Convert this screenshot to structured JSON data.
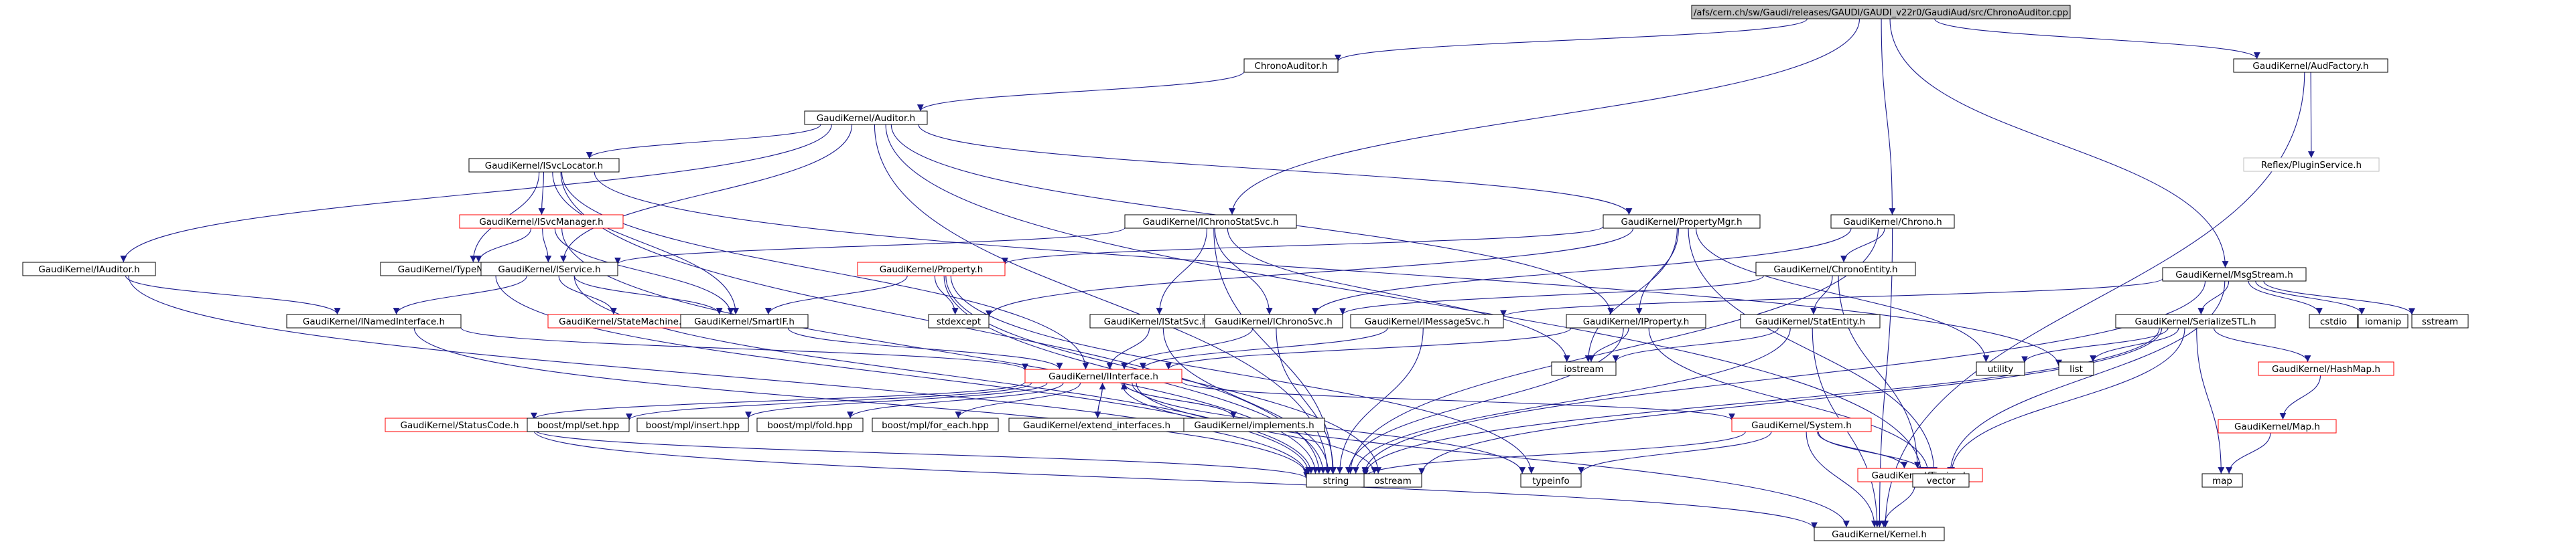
{
  "colors": {
    "edge": "#1a1a8c",
    "root_fill": "#bfbfbf",
    "node_border": "#000000",
    "gray_border": "#bfbfbf",
    "red_border": "#ff0000",
    "text": "#000000"
  },
  "nodes": [
    {
      "id": "root",
      "label": "/afs/cern.ch/sw/Gaudi/releases/GAUDI/GAUDI_v22r0/GaudiAud/src/ChronoAuditor.cpp",
      "style": "root"
    },
    {
      "id": "chronoauditor",
      "label": "ChronoAuditor.h",
      "style": "normal"
    },
    {
      "id": "audfactory",
      "label": "GaudiKernel/AudFactory.h",
      "style": "normal"
    },
    {
      "id": "pluginservice",
      "label": "Reflex/PluginService.h",
      "style": "gray"
    },
    {
      "id": "auditor",
      "label": "GaudiKernel/Auditor.h",
      "style": "normal"
    },
    {
      "id": "isvclocator",
      "label": "GaudiKernel/ISvcLocator.h",
      "style": "normal"
    },
    {
      "id": "isvcmanager",
      "label": "GaudiKernel/ISvcManager.h",
      "style": "red"
    },
    {
      "id": "typenamestring",
      "label": "GaudiKernel/TypeNameString.h",
      "style": "normal"
    },
    {
      "id": "iauditor",
      "label": "GaudiKernel/IAuditor.h",
      "style": "normal"
    },
    {
      "id": "ichronostatsvc",
      "label": "GaudiKernel/IChronoStatSvc.h",
      "style": "normal"
    },
    {
      "id": "propertymgr",
      "label": "GaudiKernel/PropertyMgr.h",
      "style": "normal"
    },
    {
      "id": "chrono",
      "label": "GaudiKernel/Chrono.h",
      "style": "normal"
    },
    {
      "id": "iservice",
      "label": "GaudiKernel/IService.h",
      "style": "normal"
    },
    {
      "id": "property",
      "label": "GaudiKernel/Property.h",
      "style": "red"
    },
    {
      "id": "chronoentity",
      "label": "GaudiKernel/ChronoEntity.h",
      "style": "normal"
    },
    {
      "id": "msgstream",
      "label": "GaudiKernel/MsgStream.h",
      "style": "normal"
    },
    {
      "id": "inamedinterface",
      "label": "GaudiKernel/INamedInterface.h",
      "style": "normal"
    },
    {
      "id": "statemachine",
      "label": "GaudiKernel/StateMachine.h",
      "style": "red"
    },
    {
      "id": "smartif",
      "label": "GaudiKernel/SmartIF.h",
      "style": "normal"
    },
    {
      "id": "stdexcept",
      "label": "stdexcept",
      "style": "normal"
    },
    {
      "id": "istatsvc",
      "label": "GaudiKernel/IStatSvc.h",
      "style": "normal"
    },
    {
      "id": "ichronosvc",
      "label": "GaudiKernel/IChronoSvc.h",
      "style": "normal"
    },
    {
      "id": "imessagesvc",
      "label": "GaudiKernel/IMessageSvc.h",
      "style": "normal"
    },
    {
      "id": "iproperty",
      "label": "GaudiKernel/IProperty.h",
      "style": "normal"
    },
    {
      "id": "statentity",
      "label": "GaudiKernel/StatEntity.h",
      "style": "normal"
    },
    {
      "id": "serializestl",
      "label": "GaudiKernel/SerializeSTL.h",
      "style": "normal"
    },
    {
      "id": "cstdio",
      "label": "cstdio",
      "style": "normal"
    },
    {
      "id": "iomanip",
      "label": "iomanip",
      "style": "normal"
    },
    {
      "id": "sstream",
      "label": "sstream",
      "style": "normal"
    },
    {
      "id": "utility",
      "label": "utility",
      "style": "normal"
    },
    {
      "id": "list",
      "label": "list",
      "style": "normal"
    },
    {
      "id": "hashmap",
      "label": "GaudiKernel/HashMap.h",
      "style": "red"
    },
    {
      "id": "iostream",
      "label": "iostream",
      "style": "normal"
    },
    {
      "id": "iinterface",
      "label": "GaudiKernel/IInterface.h",
      "style": "red"
    },
    {
      "id": "mapnode",
      "label": "GaudiKernel/Map.h",
      "style": "red"
    },
    {
      "id": "statuscode",
      "label": "GaudiKernel/StatusCode.h",
      "style": "red"
    },
    {
      "id": "mplset",
      "label": "boost/mpl/set.hpp",
      "style": "normal"
    },
    {
      "id": "mplinsert",
      "label": "boost/mpl/insert.hpp",
      "style": "normal"
    },
    {
      "id": "mplfold",
      "label": "boost/mpl/fold.hpp",
      "style": "normal"
    },
    {
      "id": "mplforeach",
      "label": "boost/mpl/for_each.hpp",
      "style": "normal"
    },
    {
      "id": "extendinterfaces",
      "label": "GaudiKernel/extend_interfaces.h",
      "style": "normal"
    },
    {
      "id": "implements",
      "label": "GaudiKernel/implements.h",
      "style": "normal"
    },
    {
      "id": "system",
      "label": "GaudiKernel/System.h",
      "style": "red"
    },
    {
      "id": "timing",
      "label": "GaudiKernel/Timing.h",
      "style": "red"
    },
    {
      "id": "string",
      "label": "string",
      "style": "normal"
    },
    {
      "id": "ostream",
      "label": "ostream",
      "style": "normal"
    },
    {
      "id": "typeinfo",
      "label": "typeinfo",
      "style": "normal"
    },
    {
      "id": "vector",
      "label": "vector",
      "style": "normal"
    },
    {
      "id": "map",
      "label": "map",
      "style": "normal"
    },
    {
      "id": "kernel",
      "label": "GaudiKernel/Kernel.h",
      "style": "normal"
    }
  ],
  "edges": [
    [
      "root",
      "chronoauditor"
    ],
    [
      "root",
      "audfactory"
    ],
    [
      "root",
      "ichronostatsvc"
    ],
    [
      "root",
      "chrono"
    ],
    [
      "root",
      "msgstream"
    ],
    [
      "chronoauditor",
      "auditor"
    ],
    [
      "audfactory",
      "pluginservice"
    ],
    [
      "audfactory",
      "kernel"
    ],
    [
      "auditor",
      "isvclocator"
    ],
    [
      "auditor",
      "iauditor"
    ],
    [
      "auditor",
      "iservice"
    ],
    [
      "auditor",
      "propertymgr"
    ],
    [
      "auditor",
      "iproperty"
    ],
    [
      "auditor",
      "string"
    ],
    [
      "auditor",
      "vector"
    ],
    [
      "isvclocator",
      "isvcmanager"
    ],
    [
      "isvclocator",
      "typenamestring"
    ],
    [
      "isvclocator",
      "smartif"
    ],
    [
      "isvclocator",
      "iinterface"
    ],
    [
      "isvclocator",
      "string"
    ],
    [
      "isvclocator",
      "list"
    ],
    [
      "isvcmanager",
      "iservice"
    ],
    [
      "isvcmanager",
      "typenamestring"
    ],
    [
      "isvcmanager",
      "smartif"
    ],
    [
      "isvcmanager",
      "string"
    ],
    [
      "typenamestring",
      "string"
    ],
    [
      "iauditor",
      "inamedinterface"
    ],
    [
      "iauditor",
      "string"
    ],
    [
      "ichronostatsvc",
      "iservice"
    ],
    [
      "ichronostatsvc",
      "istatsvc"
    ],
    [
      "ichronostatsvc",
      "ichronosvc"
    ],
    [
      "ichronostatsvc",
      "iostream"
    ],
    [
      "ichronostatsvc",
      "string"
    ],
    [
      "propertymgr",
      "property"
    ],
    [
      "propertymgr",
      "iproperty"
    ],
    [
      "propertymgr",
      "stdexcept"
    ],
    [
      "propertymgr",
      "iostream"
    ],
    [
      "propertymgr",
      "utility"
    ],
    [
      "propertymgr",
      "vector"
    ],
    [
      "chrono",
      "chronoentity"
    ],
    [
      "chrono",
      "ichronosvc"
    ],
    [
      "chrono",
      "string"
    ],
    [
      "chrono",
      "kernel"
    ],
    [
      "iservice",
      "inamedinterface"
    ],
    [
      "iservice",
      "statemachine"
    ],
    [
      "iservice",
      "smartif"
    ],
    [
      "iservice",
      "string"
    ],
    [
      "property",
      "smartif"
    ],
    [
      "property",
      "stdexcept"
    ],
    [
      "property",
      "string"
    ],
    [
      "property",
      "ostream"
    ],
    [
      "property",
      "typeinfo"
    ],
    [
      "chronoentity",
      "statentity"
    ],
    [
      "chronoentity",
      "timing"
    ],
    [
      "chronoentity",
      "ichronosvc"
    ],
    [
      "msgstream",
      "imessagesvc"
    ],
    [
      "msgstream",
      "serializestl"
    ],
    [
      "msgstream",
      "cstdio"
    ],
    [
      "msgstream",
      "iomanip"
    ],
    [
      "msgstream",
      "sstream"
    ],
    [
      "msgstream",
      "string"
    ],
    [
      "msgstream",
      "vector"
    ],
    [
      "inamedinterface",
      "iinterface"
    ],
    [
      "inamedinterface",
      "string"
    ],
    [
      "smartif",
      "iinterface"
    ],
    [
      "istatsvc",
      "iinterface"
    ],
    [
      "istatsvc",
      "string"
    ],
    [
      "ichronosvc",
      "iinterface"
    ],
    [
      "ichronosvc",
      "string"
    ],
    [
      "imessagesvc",
      "iinterface"
    ],
    [
      "imessagesvc",
      "string"
    ],
    [
      "iproperty",
      "iinterface"
    ],
    [
      "iproperty",
      "iostream"
    ],
    [
      "iproperty",
      "string"
    ],
    [
      "iproperty",
      "vector"
    ],
    [
      "statentity",
      "iostream"
    ],
    [
      "statentity",
      "string"
    ],
    [
      "statentity",
      "kernel"
    ],
    [
      "serializestl",
      "hashmap"
    ],
    [
      "serializestl",
      "utility"
    ],
    [
      "serializestl",
      "list"
    ],
    [
      "serializestl",
      "vector"
    ],
    [
      "serializestl",
      "map"
    ],
    [
      "serializestl",
      "string"
    ],
    [
      "serializestl",
      "ostream"
    ],
    [
      "hashmap",
      "mapnode"
    ],
    [
      "mapnode",
      "map"
    ],
    [
      "iinterface",
      "statuscode"
    ],
    [
      "iinterface",
      "mplset"
    ],
    [
      "iinterface",
      "mplinsert"
    ],
    [
      "iinterface",
      "mplfold"
    ],
    [
      "iinterface",
      "mplforeach"
    ],
    [
      "iinterface",
      "extendinterfaces"
    ],
    [
      "iinterface",
      "implements"
    ],
    [
      "iinterface",
      "system"
    ],
    [
      "iinterface",
      "ostream"
    ],
    [
      "iinterface",
      "typeinfo"
    ],
    [
      "iinterface",
      "kernel"
    ],
    [
      "statuscode",
      "string"
    ],
    [
      "statuscode",
      "kernel"
    ],
    [
      "extendinterfaces",
      "iinterface"
    ],
    [
      "implements",
      "iinterface"
    ],
    [
      "system",
      "timing"
    ],
    [
      "system",
      "string"
    ],
    [
      "system",
      "vector"
    ],
    [
      "system",
      "typeinfo"
    ],
    [
      "system",
      "kernel"
    ],
    [
      "timing",
      "kernel"
    ]
  ]
}
